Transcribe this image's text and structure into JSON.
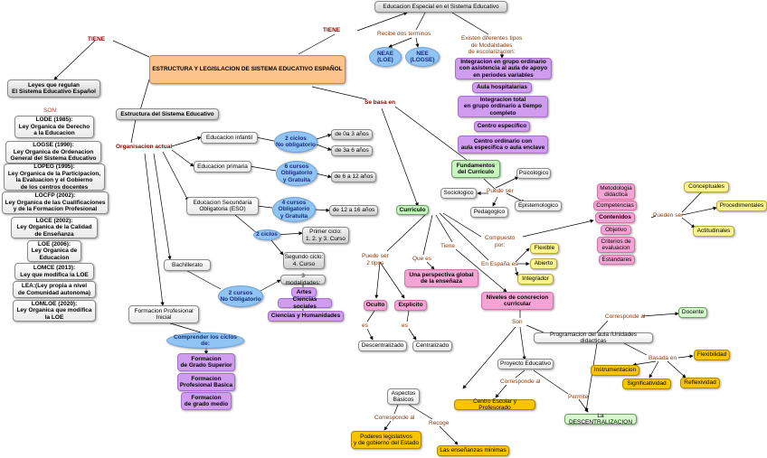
{
  "nodes": {
    "educacion_especial": "Educacion Especial en el Sistema Educativo",
    "estructura_legislacion": "ESTRUCTURA Y LEGISLACION DE SISTEMA EDUCATIVO ESPAÑOL",
    "leyes_regulan": "Leyes que regulan\nEl Sistema Educativo Español",
    "lode": "LODE (1985):\nLey Organica de Derecho\na la Educacion",
    "logse": "LOGSE (1990):\nLey Organica de Ordenacion\nGeneral del Sistema Educativo",
    "lopeg": "LOPEG (1995):\nLey Organica de la Participacion,\nla Evaluacion y el Gobierno\nde los centros docentes",
    "locfp": "LOCFP (2002):\nLey Organica de las Cualificaciones\ny de la Formacion Profesional",
    "loce": "LOCE (2002):\nLey Organica de la Calidad\nde Enseñanza",
    "loe": "LOE (2006):\nLey Organica de\nEducacion",
    "lomce": "LOMCE (2013):\nLey que modifica la LOE",
    "lea": "LEA:(Ley propia a nivel\nde Comunidad autonoma)",
    "lomloe": "LOMLOE (2020):\nLey Organica que modifica\nla LOE",
    "estructura_sistema": "Estructura del Sistema Educativo",
    "ed_infantil": "Educacion infantil",
    "ed_primaria": "Educacion primaria",
    "ed_eso": "Educacion Secundaria\nObligatoria (ESO)",
    "bachillerato": "Bachillerato",
    "fp_inicial": "Formacion Profesional\nInicial",
    "dos_ciclos_no": "2 ciclos\nNo obligatorio",
    "seis_cursos": "6 cursos\nObligatorio\ny Gratuita",
    "cuatro_cursos": "4 cursos\nObligatorio\ny Gratuita",
    "dos_ciclos": "2 ciclos",
    "dos_cursos_no": "2 cursos\nNo Obligatorio",
    "de_0_3": "de 0a 3 años",
    "de_3_6": "de 3a 6 años",
    "de_6_12": "de 6 a 12 años",
    "de_12_16": "de 12 a 16 años",
    "primer_ciclo": "Primer ciclo:\n1. 2. y 3. Curso",
    "segundo_ciclo": "Segundo ciclo:\n4. Curso",
    "tres_modalidades": "3 modalidades:",
    "artes": "Artes",
    "ciencias_sociales": "Ciencias sociales",
    "ciencias_humanidades": "Ciencias y Humanidades",
    "comprender_ciclos": "Comprender los ciclos de:",
    "grado_superior": "Formacion\nde Grado Superior",
    "profesional_basica": "Formacion\nProfesional Basica",
    "grado_medio": "Formacion\nde grado medio",
    "neae": "NEAE\n(LOE)",
    "nee": "NEE\n(LOGSE)",
    "integracion_ordinario": "Integracion en grupo ordinario\ncon asistencia al aula de apoyo\nen periodes variables",
    "aula_hospitalarias": "Aula hospitalarias",
    "integracion_total": "Integracion total\nen grupo ordinario a tiempo\ncompleto",
    "centro_especifico": "Centro especifico",
    "centro_ordinario": "Centro ordinario con\naula especifica o aula enclave",
    "fundamentos": "Fundamentos\ndel Curriculo",
    "psicologico": "Psicologico",
    "sociologico": "Sociologico",
    "epistemologico": "Epistemologico",
    "pedagogico": "Pedagogico",
    "curriculo": "Curriculo",
    "metodologia": "Metodologia\ndidactica",
    "competencias": "Competencias",
    "contenidos": "Contenidos",
    "objetivo": "Objetivo",
    "criterios": "Criterios de\nevaluacion",
    "estandares": "Estandares",
    "conceptuales": "Conceptuales",
    "procedimientales": "Procedimentales",
    "actitudinales": "Actitudinales",
    "flexible": "Flexible",
    "abierto": "Abierto",
    "integrador": "Integrador",
    "perspectiva": "Una perspectiva global\nde la enseñaza",
    "oculto": "Oculto",
    "explicito": "Explicito",
    "descentralizado": "Descentralizado",
    "centralizado": "Centralizado",
    "niveles": "Niveles de concrecion\ncurricular",
    "docente": "Docente",
    "programacion": "Programacion del aula /Unidades didacticas",
    "proyecto": "Proyecto Educativo",
    "aspectos_basicos": "Aspectos\nBasicos",
    "centro_escolar": "Centro Escolar y Profesorado",
    "flexibilidad": "Flexibilidad",
    "instrumentacion": "Instrumentacion",
    "significatividad": "Significatividad",
    "reflexividad": "Reflexividad",
    "descentralizacion": "La DESCENTRALIZACION",
    "poderes": "Poderes legislativos\ny de gobierno del Estado",
    "ensenanzas_minimas": "Las enseñanzas minimas"
  },
  "labels": {
    "tiene_left": "TIENE",
    "tiene_right": "TIENE",
    "son": "SON:",
    "organizacion_actual": "Organisacion actual",
    "recibe_terminos": "Recibe dos terminos",
    "existen_tipos": "Existen diferentes tipos\nde Modalidades\nde escolarizacion:",
    "se_basa_en": "Se basa en",
    "puede_ser_fund": "Puede ser",
    "compuesto_por": "Compuesto\npor:",
    "pueden_ser_cont": "Pueden ser",
    "tiene_curr": "Tiene",
    "que_es": "Que es",
    "puede_ser_2": "Puede ser\n2 tipos",
    "en_espana_es": "En España es",
    "es_oculto": "es",
    "es_explicito": "es",
    "son_niveles": "Son",
    "corresponde_docente": "Corresponde al",
    "basada_en": "Basada en",
    "corresponde_centro": "Corresponde al",
    "permite": "Permite",
    "corresponde_poderes": "Corresponde al",
    "recoge": "Recoge"
  },
  "colors": {
    "title_orange": "#fcc48c",
    "ellipse_blue": "#8fc4f4",
    "purple": "#cf9cf0",
    "pink": "#f4a4d4",
    "green": "#c8f4c0",
    "yellow": "#fcf490",
    "gold": "#f8c400",
    "label_brown": "#8b3a0a",
    "label_red": "#8b0000"
  }
}
